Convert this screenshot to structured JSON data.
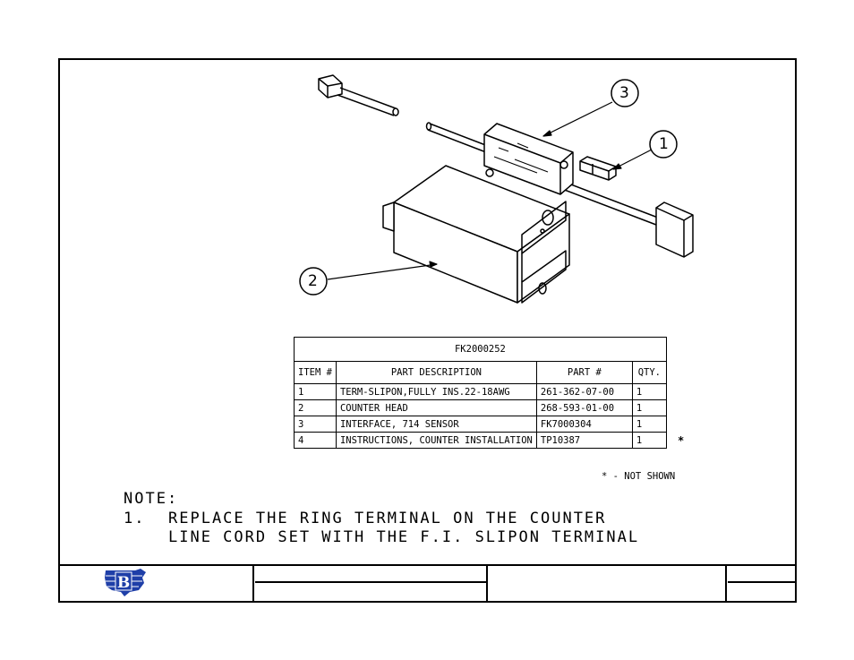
{
  "callouts": [
    "1",
    "2",
    "3"
  ],
  "parts_table": {
    "assembly_number": "FK2000252",
    "headers": [
      "ITEM #",
      "PART DESCRIPTION",
      "PART #",
      "QTY."
    ],
    "rows": [
      {
        "item": "1",
        "description": "TERM-SLIPON,FULLY INS.22-18AWG",
        "part": "261-362-07-00",
        "qty": "1"
      },
      {
        "item": "2",
        "description": "COUNTER HEAD",
        "part": "268-593-01-00",
        "qty": "1"
      },
      {
        "item": "3",
        "description": "INTERFACE, 714 SENSOR",
        "part": "FK7000304",
        "qty": "1"
      },
      {
        "item": "4",
        "description": "INSTRUCTIONS, COUNTER INSTALLATION",
        "part": "TP10387",
        "qty": "1"
      }
    ],
    "row4_mark": "*",
    "legend": "* - NOT SHOWN"
  },
  "note": {
    "heading": "NOTE:",
    "number": "1.",
    "line1": "REPLACE THE RING TERMINAL ON THE COUNTER",
    "line2": "LINE CORD SET WITH THE F.I. SLIPON TERMINAL"
  },
  "logo": {
    "letter": "B",
    "color": "#1f3fa8"
  }
}
